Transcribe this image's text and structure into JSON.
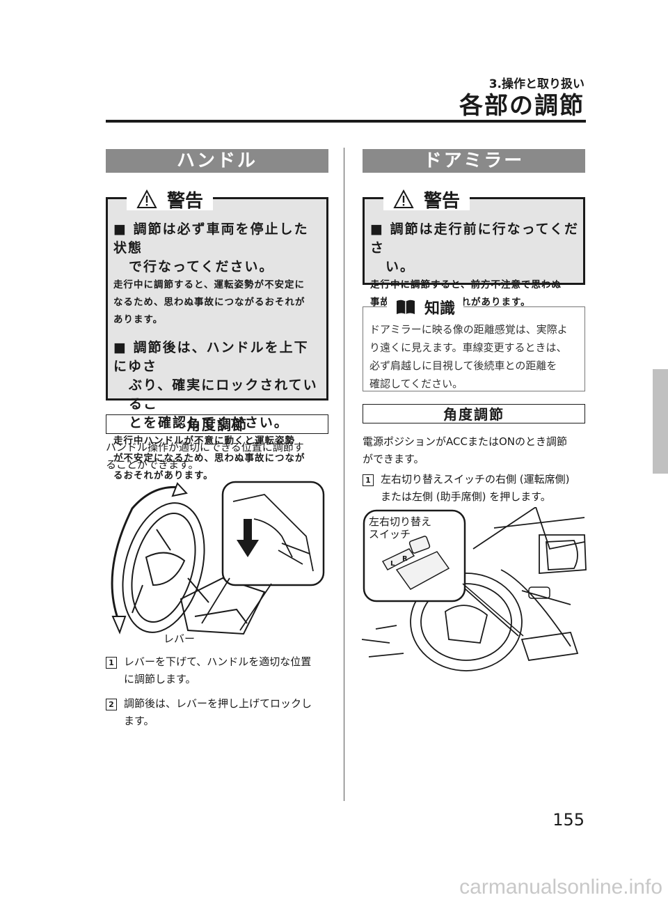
{
  "header": {
    "chapter": "3.操作と取り扱い",
    "title": "各部の調節"
  },
  "left": {
    "section_title": "ハンドル",
    "warning": {
      "label": "警告",
      "items": [
        {
          "head_line1": "■ 調節は必ず車両を停止した状態",
          "head_line2": "で行なってください。",
          "body": [
            "走行中に調節すると、運転姿勢が不安定に",
            "なるため、思わぬ事故につながるおそれが",
            "あります。"
          ]
        },
        {
          "head_line1": "■ 調節後は、ハンドルを上下にゆさ",
          "head_line2": "ぶり、確実にロックされているこ",
          "head_line3": "とを確認してください。",
          "body": [
            "走行中ハンドルが不意に動くと運転姿勢",
            "が不安定になるため、思わぬ事故につなが",
            "るおそれがあります。"
          ]
        }
      ]
    },
    "sub_title": "角度調節",
    "intro": [
      "ハンドル操作が適切にできる位置に調節す",
      "ることができます。"
    ],
    "figure_label": "レバー",
    "steps": [
      {
        "num": "1",
        "lines": [
          "レバーを下げて、ハンドルを適切な位置",
          "に調節します。"
        ]
      },
      {
        "num": "2",
        "lines": [
          "調節後は、レバーを押し上げてロックし",
          "ます。"
        ]
      }
    ]
  },
  "right": {
    "section_title": "ドアミラー",
    "warning": {
      "label": "警告",
      "items": [
        {
          "head_line1": "■ 調節は走行前に行なってくださ",
          "head_line2": "い。",
          "body": [
            "走行中に調節すると、前方不注意で思わぬ",
            "事故につながるおそれがあります。"
          ]
        }
      ]
    },
    "knowledge": {
      "label": "知識",
      "lines": [
        "ドアミラーに映る像の距離感覚は、実際よ",
        "り遠くに見えます。車線変更するときは、",
        "必ず肩越しに目視して後続車との距離を",
        "確認してください。"
      ]
    },
    "sub_title": "角度調節",
    "intro": [
      "電源ポジションがACCまたはONのとき調節",
      "ができます。"
    ],
    "steps": [
      {
        "num": "1",
        "lines": [
          "左右切り替えスイッチの右側 (運転席側)",
          "または左側 (助手席側) を押します。"
        ]
      }
    ],
    "figure_label": [
      "左右切り替え",
      "スイッチ"
    ],
    "switch_letters": {
      "left": "L",
      "right": "R"
    }
  },
  "page_number": "155",
  "footer": "carmanualsonline.info"
}
